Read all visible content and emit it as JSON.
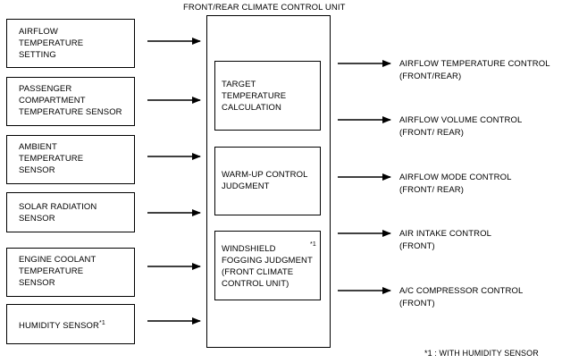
{
  "unit_title": "FRONT/REAR CLIMATE CONTROL UNIT",
  "inputs": [
    {
      "label": "AIRFLOW\nTEMPERATURE\nSETTING",
      "note": ""
    },
    {
      "label": "PASSENGER\nCOMPARTMENT\nTEMPERATURE SENSOR",
      "note": ""
    },
    {
      "label": "AMBIENT\nTEMPERATURE\nSENSOR",
      "note": ""
    },
    {
      "label": "SOLAR RADIATION\nSENSOR",
      "note": ""
    },
    {
      "label": "ENGINE COOLANT\nTEMPERATURE\nSENSOR",
      "note": ""
    },
    {
      "label": "HUMIDITY SENSOR",
      "note": "*1"
    }
  ],
  "internal_blocks": [
    {
      "label": "TARGET\nTEMPERATURE\nCALCULATION",
      "note": ""
    },
    {
      "label": "WARM-UP CONTROL\nJUDGMENT",
      "note": ""
    },
    {
      "label": "WINDSHIELD\nFOGGING JUDGMENT\n(FRONT CLIMATE\nCONTROL UNIT)",
      "note": "*1"
    }
  ],
  "outputs": [
    {
      "label": "AIRFLOW TEMPERATURE CONTROL\n(FRONT/REAR)"
    },
    {
      "label": "AIRFLOW VOLUME CONTROL\n(FRONT/ REAR)"
    },
    {
      "label": "AIRFLOW MODE CONTROL\n(FRONT/ REAR)"
    },
    {
      "label": "AIR INTAKE CONTROL\n(FRONT)"
    },
    {
      "label": "A/C COMPRESSOR CONTROL\n(FRONT)"
    }
  ],
  "footnote": "*1 : WITH HUMIDITY SENSOR"
}
